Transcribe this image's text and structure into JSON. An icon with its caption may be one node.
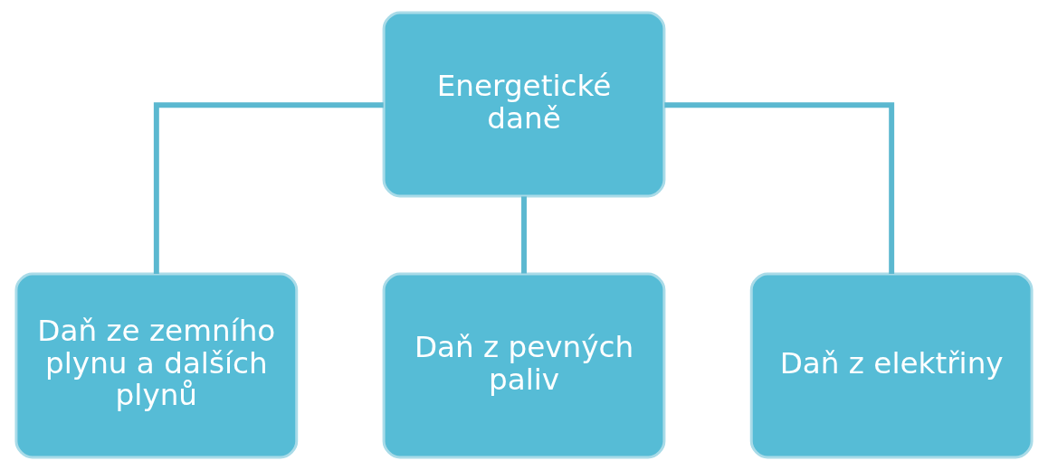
{
  "diagram": {
    "nodes": [
      {
        "text": [
          "Energetické daně"
        ]
      },
      {
        "text": [
          "Daň ze zemního plynu a dalších plynů"
        ]
      },
      {
        "text": [
          "Daň z pevných paliv"
        ]
      },
      {
        "text": [
          "Daň z elektřiny"
        ]
      }
    ],
    "edges": [
      {
        "from": 0,
        "to": 1,
        "arrow": "none"
      },
      {
        "from": 0,
        "to": 2,
        "arrow": "none"
      },
      {
        "from": 0,
        "to": 3,
        "arrow": "none"
      }
    ]
  }
}
